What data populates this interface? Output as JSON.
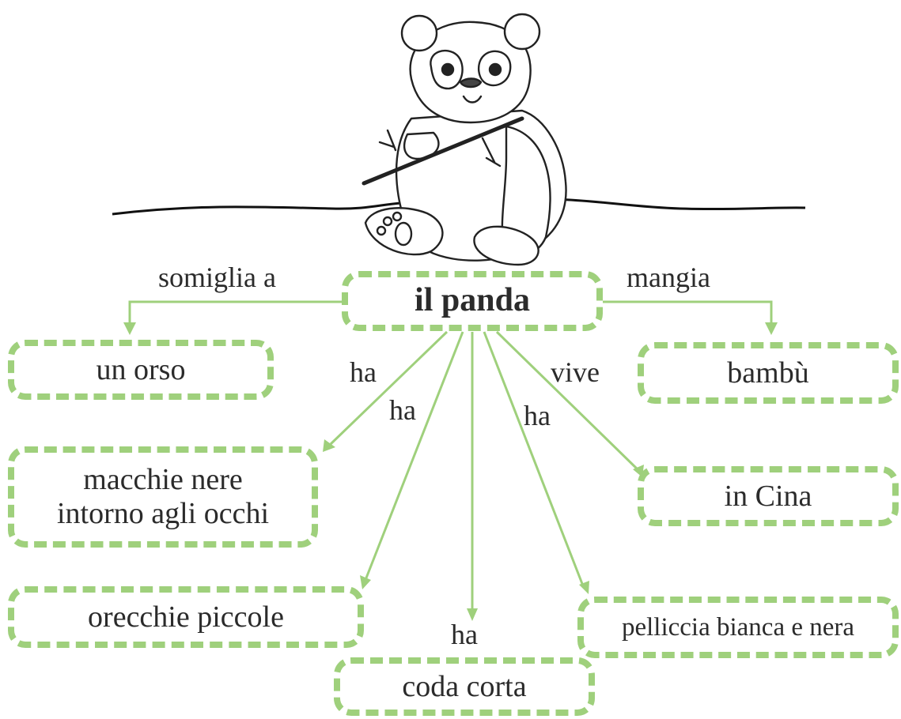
{
  "center": {
    "label": "il panda"
  },
  "nodes": {
    "un_orso": "un orso",
    "bambu": "bambù",
    "macchie_line1": "macchie nere",
    "macchie_line2": "intorno agli occhi",
    "in_cina": "in Cina",
    "orecchie": "orecchie piccole",
    "pelliccia": "pelliccia bianca e nera",
    "coda": "coda corta"
  },
  "links": {
    "somiglia": "somiglia a",
    "mangia": "mangia",
    "vive": "vive",
    "ha_macchie": "ha",
    "ha_orecchie": "ha",
    "ha_coda": "ha",
    "ha_pelliccia": "ha"
  },
  "colors": {
    "accent_green": "#9fd07c",
    "text": "#2b2b2b",
    "ink": "#1a1a1a"
  },
  "illustration": {
    "icon": "panda-eating-bamboo-icon"
  }
}
